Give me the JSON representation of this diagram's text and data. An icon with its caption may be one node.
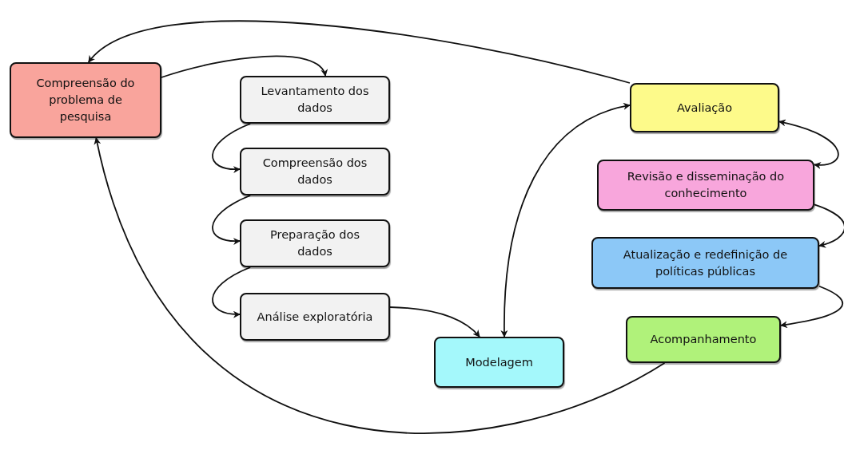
{
  "diagram": {
    "nodes": [
      {
        "text": [
          "Compreensão do problema de pesquisa"
        ]
      },
      {
        "text": [
          "Levantamento dos dados"
        ]
      },
      {
        "text": [
          "Compreensão dos dados"
        ]
      },
      {
        "text": [
          "Preparação dos dados"
        ]
      },
      {
        "text": [
          "Análise exploratória"
        ]
      },
      {
        "text": [
          "Modelagem"
        ]
      },
      {
        "text": [
          "Avaliação"
        ]
      },
      {
        "text": [
          "Revisão e disseminação do conhecimento"
        ]
      },
      {
        "text": [
          "Atualização e redefinição de políticas públicas"
        ]
      },
      {
        "text": [
          "Acompanhamento"
        ]
      }
    ],
    "edges": [
      {
        "from": 6,
        "to": 0,
        "arrow": "to"
      },
      {
        "from": 0,
        "to": 1,
        "arrow": "to"
      },
      {
        "from": 1,
        "to": 2,
        "arrow": "to"
      },
      {
        "from": 2,
        "to": 3,
        "arrow": "to"
      },
      {
        "from": 3,
        "to": 4,
        "arrow": "to"
      },
      {
        "from": 4,
        "to": 5,
        "arrow": "to"
      },
      {
        "from": 5,
        "to": 6,
        "arrow": "both"
      },
      {
        "from": 6,
        "to": 7,
        "arrow": "both"
      },
      {
        "from": 7,
        "to": 8,
        "arrow": "to"
      },
      {
        "from": 8,
        "to": 9,
        "arrow": "to"
      },
      {
        "from": 9,
        "to": 0,
        "arrow": "to"
      }
    ]
  }
}
